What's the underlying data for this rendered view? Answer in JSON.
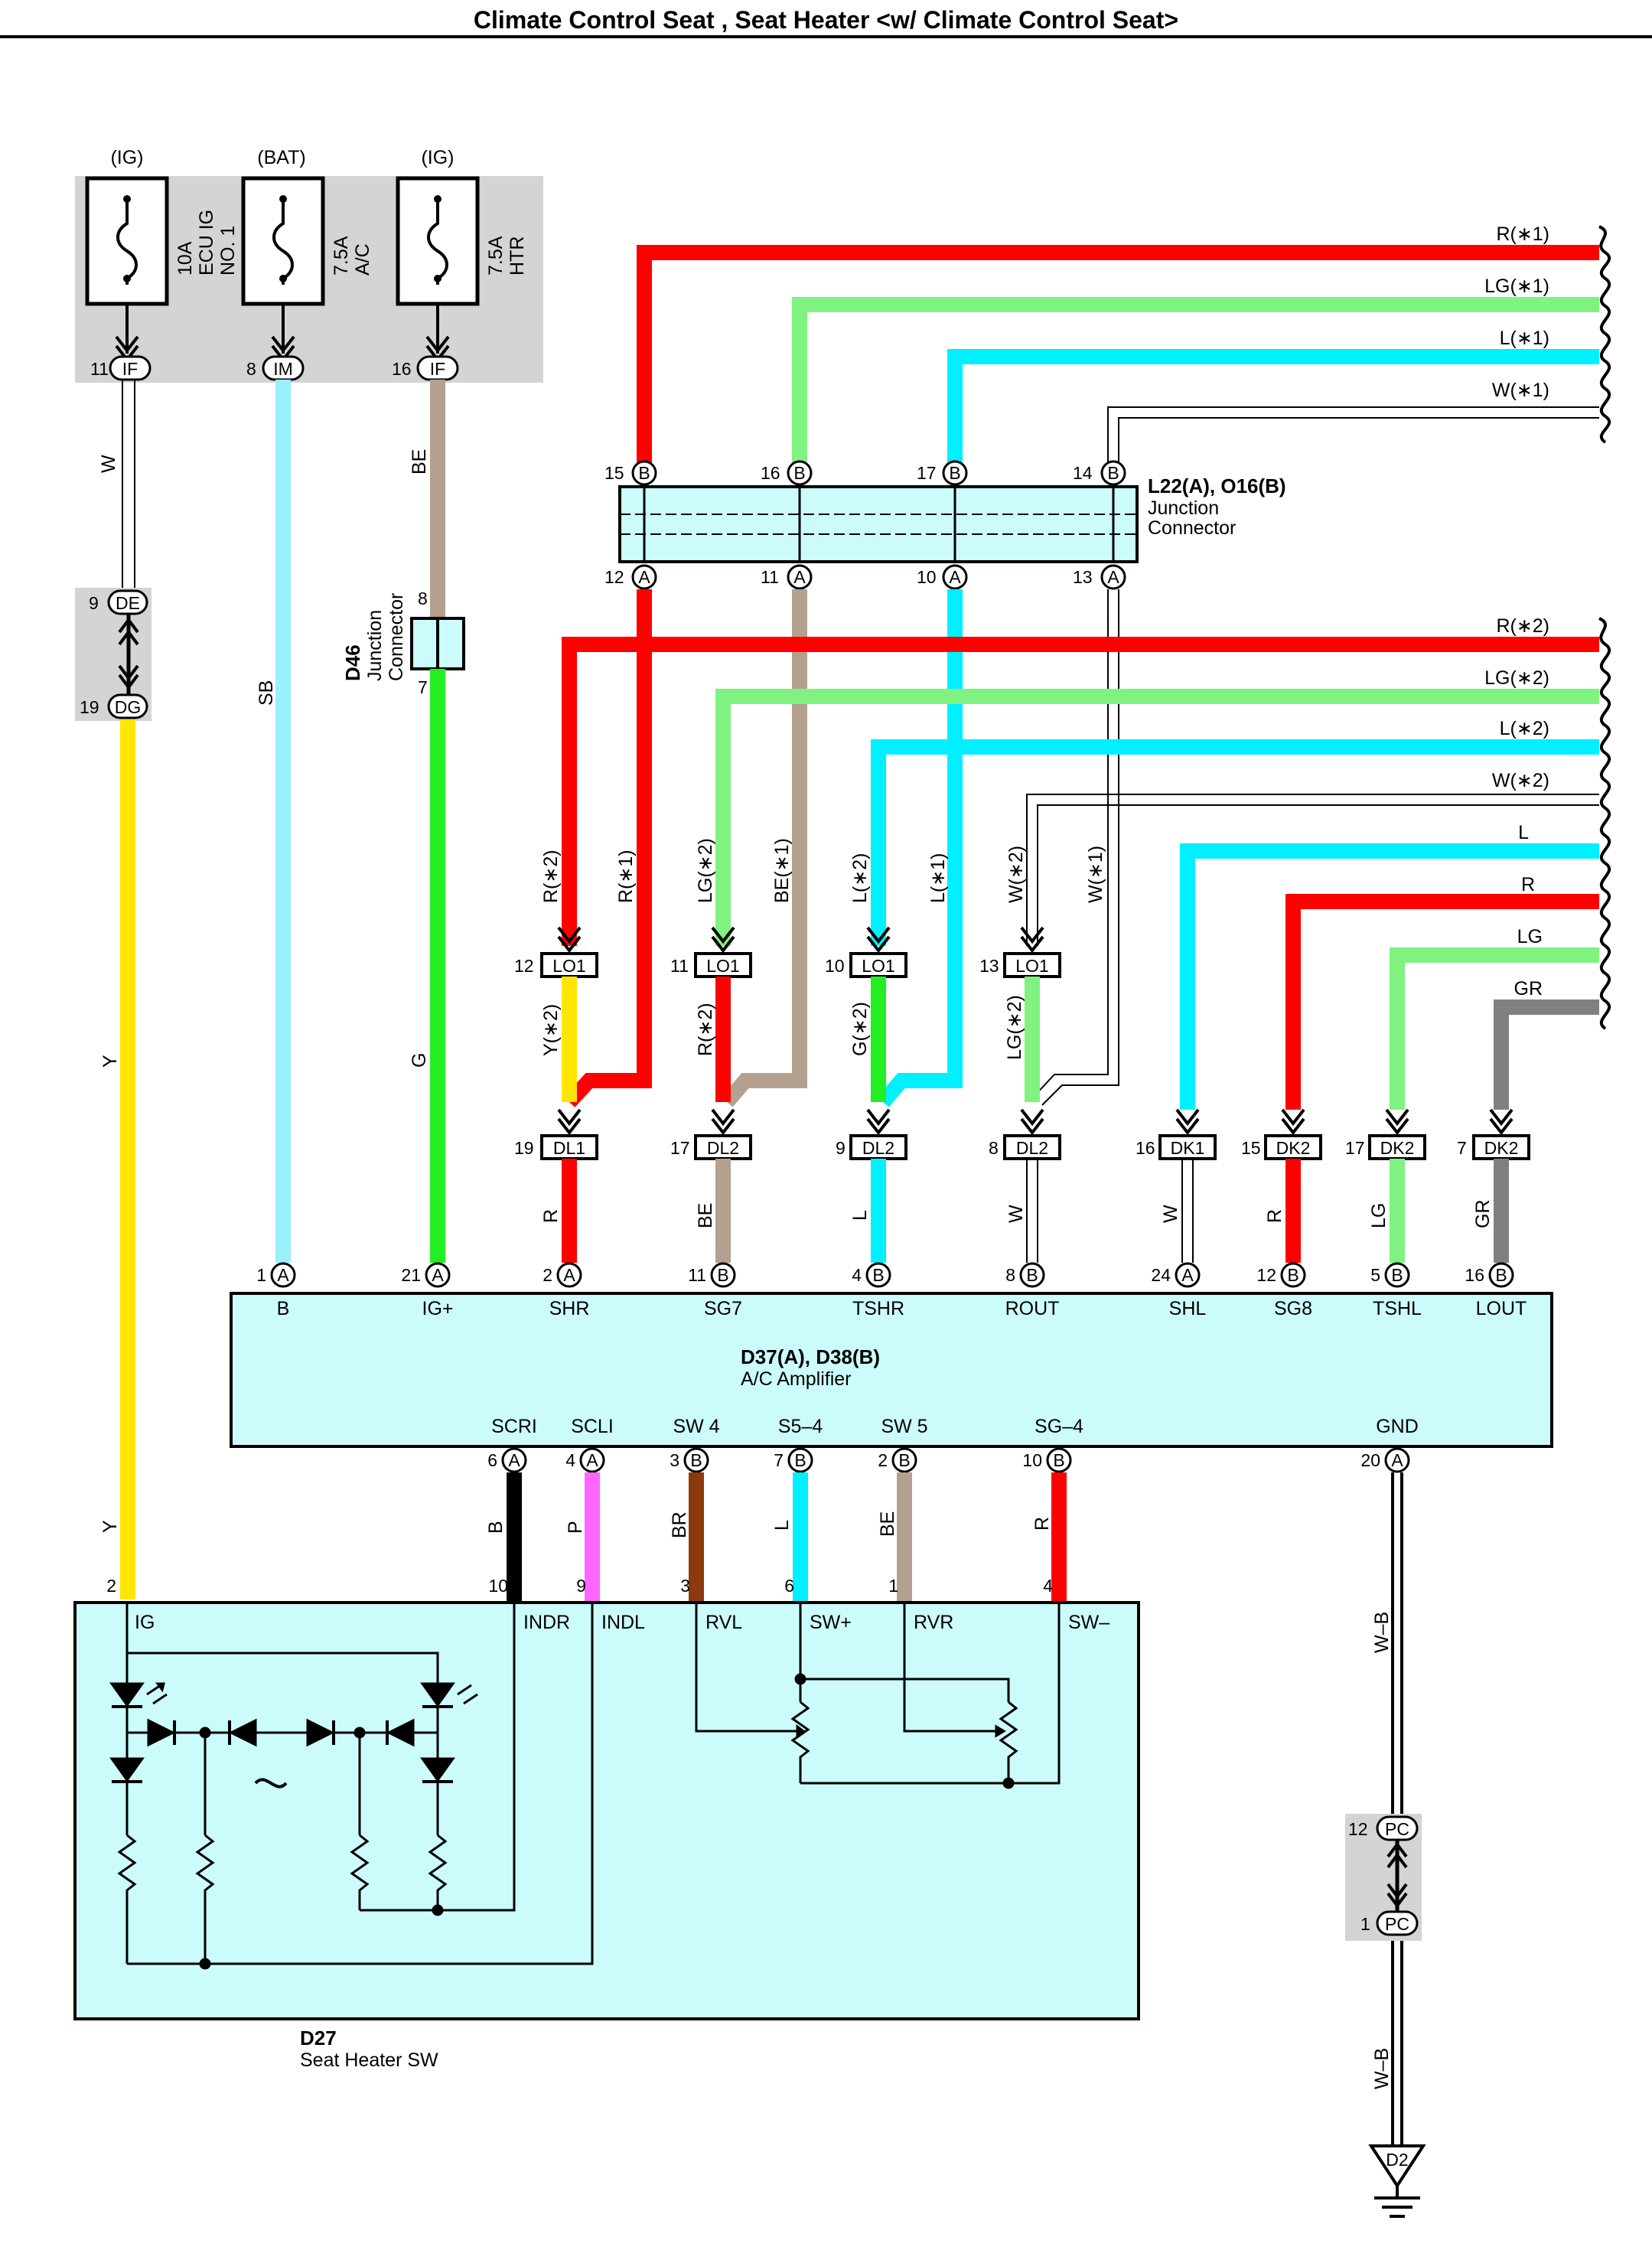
{
  "title": "Climate Control Seat , Seat Heater <w/ Climate Control Seat>",
  "fuses": [
    {
      "supply": "(IG)",
      "label1": "10A",
      "label2": "ECU IG",
      "label3": "NO. 1",
      "pin": "11",
      "conn": "IF"
    },
    {
      "supply": "(BAT)",
      "label1": "7.5A",
      "label2": "A/C",
      "label3": "",
      "pin": "8",
      "conn": "IM"
    },
    {
      "supply": "(IG)",
      "label1": "7.5A",
      "label2": "HTR",
      "label3": "",
      "pin": "16",
      "conn": "IF"
    }
  ],
  "de_connector": {
    "top_pin": "9",
    "top_conn": "DE",
    "bottom_pin": "19",
    "bottom_conn": "DG"
  },
  "pc_connector": {
    "top_pin": "12",
    "top_conn": "PC",
    "bottom_pin": "1",
    "bottom_conn": "PC"
  },
  "junction_l22": {
    "name": "L22(A), O16(B)",
    "desc1": "Junction",
    "desc2": "Connector",
    "top_pins": [
      {
        "pin": "15",
        "conn": "B"
      },
      {
        "pin": "16",
        "conn": "B"
      },
      {
        "pin": "17",
        "conn": "B"
      },
      {
        "pin": "14",
        "conn": "B"
      }
    ],
    "bottom_pins": [
      {
        "pin": "12",
        "conn": "A"
      },
      {
        "pin": "11",
        "conn": "A"
      },
      {
        "pin": "10",
        "conn": "A"
      },
      {
        "pin": "13",
        "conn": "A"
      }
    ]
  },
  "junction_d46": {
    "name": "D46",
    "desc1": "Junction",
    "desc2": "Connector",
    "pin_top": "8",
    "pin_bottom": "7"
  },
  "right_wires_1": [
    "R(∗1)",
    "LG(∗1)",
    "L(∗1)",
    "W(∗1)"
  ],
  "right_wires_2": [
    "R(∗2)",
    "LG(∗2)",
    "L(∗2)",
    "W(∗2)",
    "L",
    "R",
    "LG",
    "GR"
  ],
  "wire_colors": [
    "W",
    "SB",
    "BE",
    "Y",
    "G",
    "R(∗2)",
    "R(∗1)",
    "LG(∗2)",
    "BE(∗1)",
    "L(∗2)",
    "L(∗1)",
    "W(∗2)",
    "W(∗1)",
    "Y(∗2)",
    "R(∗2)",
    "G(∗2)",
    "LG(∗2)",
    "R",
    "BE",
    "L",
    "W",
    "W",
    "R",
    "LG",
    "GR",
    "B",
    "P",
    "BR",
    "L",
    "BE",
    "R",
    "Y",
    "W–B",
    "W–B"
  ],
  "lo_connectors": [
    {
      "pin": "12",
      "conn": "LO1"
    },
    {
      "pin": "11",
      "conn": "LO1"
    },
    {
      "pin": "10",
      "conn": "LO1"
    },
    {
      "pin": "13",
      "conn": "LO1"
    }
  ],
  "dl_connectors": [
    {
      "pin": "19",
      "conn": "DL1"
    },
    {
      "pin": "17",
      "conn": "DL2"
    },
    {
      "pin": "9",
      "conn": "DL2"
    },
    {
      "pin": "8",
      "conn": "DL2"
    },
    {
      "pin": "16",
      "conn": "DK1"
    },
    {
      "pin": "15",
      "conn": "DK2"
    },
    {
      "pin": "17",
      "conn": "DK2"
    },
    {
      "pin": "7",
      "conn": "DK2"
    }
  ],
  "amp_top_pins": [
    {
      "pin": "1",
      "conn": "A",
      "name": "B"
    },
    {
      "pin": "21",
      "conn": "A",
      "name": "IG+"
    },
    {
      "pin": "2",
      "conn": "A",
      "name": "SHR"
    },
    {
      "pin": "11",
      "conn": "B",
      "name": "SG7"
    },
    {
      "pin": "4",
      "conn": "B",
      "name": "TSHR"
    },
    {
      "pin": "8",
      "conn": "B",
      "name": "ROUT"
    },
    {
      "pin": "24",
      "conn": "A",
      "name": "SHL"
    },
    {
      "pin": "12",
      "conn": "B",
      "name": "SG8"
    },
    {
      "pin": "5",
      "conn": "B",
      "name": "TSHL"
    },
    {
      "pin": "16",
      "conn": "B",
      "name": "LOUT"
    }
  ],
  "amp_bottom_pins": [
    {
      "pin": "6",
      "conn": "A",
      "name": "SCRI"
    },
    {
      "pin": "4",
      "conn": "A",
      "name": "SCLI"
    },
    {
      "pin": "3",
      "conn": "B",
      "name": "SW 4"
    },
    {
      "pin": "7",
      "conn": "B",
      "name": "S5–4"
    },
    {
      "pin": "2",
      "conn": "B",
      "name": "SW 5"
    },
    {
      "pin": "10",
      "conn": "B",
      "name": "SG–4"
    },
    {
      "pin": "20",
      "conn": "A",
      "name": "GND"
    }
  ],
  "amplifier": {
    "name": "D37(A), D38(B)",
    "desc": "A/C Amplifier"
  },
  "switch": {
    "name": "D27",
    "desc": "Seat Heater SW",
    "pins": [
      {
        "pin": "2",
        "name": "IG"
      },
      {
        "pin": "10",
        "name": "INDR"
      },
      {
        "pin": "9",
        "name": "INDL"
      },
      {
        "pin": "3",
        "name": "RVL"
      },
      {
        "pin": "6",
        "name": "SW+"
      },
      {
        "pin": "1",
        "name": "RVR"
      },
      {
        "pin": "4",
        "name": "SW–"
      }
    ]
  },
  "ground": {
    "label": "D2"
  }
}
